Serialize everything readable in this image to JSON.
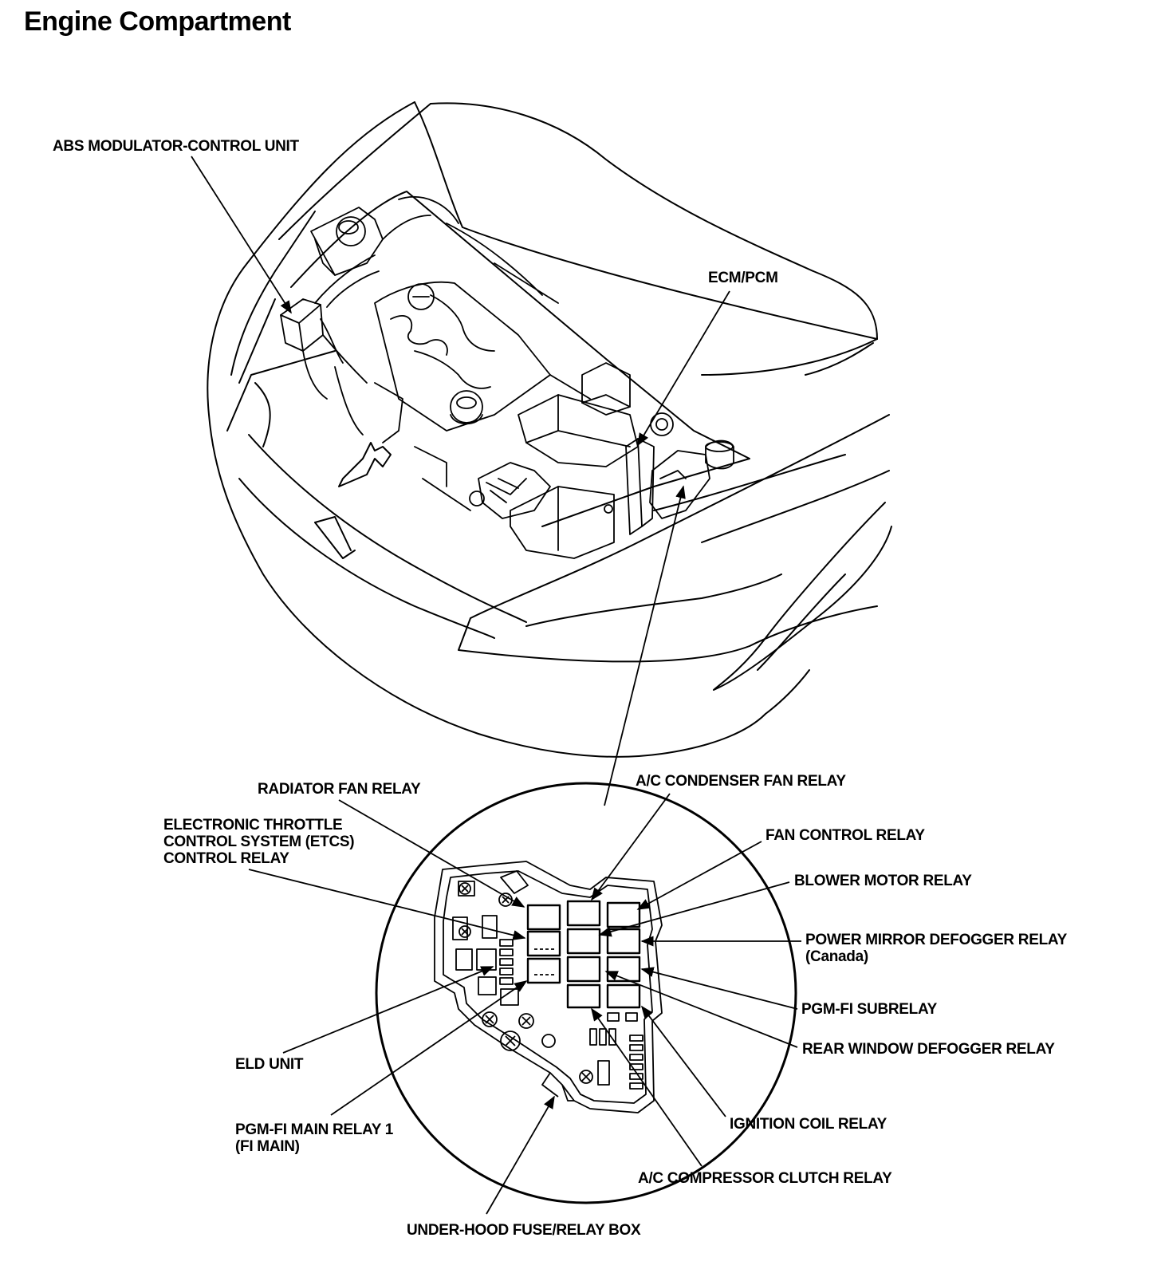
{
  "title": "Engine Compartment",
  "labels": {
    "abs": "ABS MODULATOR-CONTROL UNIT",
    "ecm": "ECM/PCM",
    "radiator_fan": "RADIATOR FAN RELAY",
    "etcs": [
      "ELECTRONIC THROTTLE",
      "CONTROL SYSTEM (ETCS)",
      "CONTROL RELAY"
    ],
    "eld": "ELD UNIT",
    "pgm_main": [
      "PGM-FI MAIN RELAY 1",
      "(FI MAIN)"
    ],
    "fuse_box": "UNDER-HOOD FUSE/RELAY BOX",
    "ac_condenser": "A/C CONDENSER FAN RELAY",
    "fan_control": "FAN CONTROL RELAY",
    "blower": "BLOWER MOTOR RELAY",
    "mirror": [
      "POWER MIRROR DEFOGGER RELAY",
      "(Canada)"
    ],
    "pgm_sub": "PGM-FI SUBRELAY",
    "rear_window": "REAR WINDOW DEFOGGER RELAY",
    "ignition": "IGNITION COIL RELAY",
    "ac_compressor": "A/C COMPRESSOR CLUTCH RELAY"
  }
}
